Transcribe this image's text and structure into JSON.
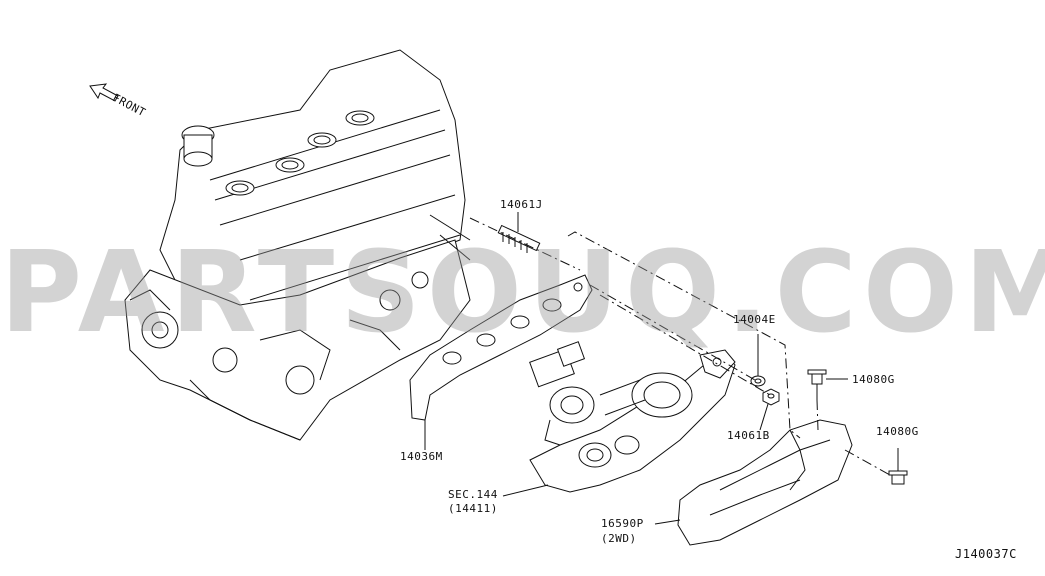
{
  "labels": {
    "front": "FRONT",
    "p14061J": "14061J",
    "p14004E": "14004E",
    "p14080G_a": "14080G",
    "p14080G_b": "14080G",
    "p14061B": "14061B",
    "p14036M": "14036M",
    "sec144_line1": "SEC.144",
    "sec144_line2": "(14411)",
    "p16590P_line1": "16590P",
    "p16590P_line2": "(2WD)",
    "diagram_id": "J140037C"
  },
  "watermark": {
    "text": "PARTSOUQ.COM",
    "color": "#969696"
  },
  "colors": {
    "line": "#111111",
    "background": "#ffffff"
  }
}
